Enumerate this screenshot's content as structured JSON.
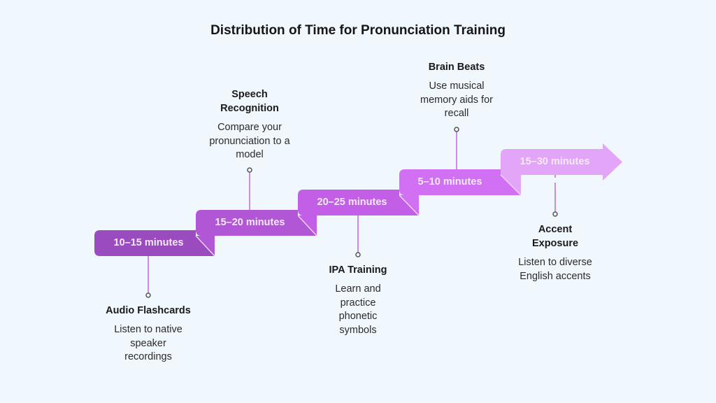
{
  "title": "Distribution of Time for Pronunciation Training",
  "colors": {
    "background": "#f0f7fd",
    "step1": "#9a4cbf",
    "step2": "#b157d6",
    "step3": "#c25fe6",
    "step4": "#d170f2",
    "step5": "#e3a5f7",
    "connector": "#cc8be8",
    "dot": "#555555"
  },
  "steps": [
    {
      "duration": "10–15 minutes",
      "title": "Audio Flashcards",
      "description": "Listen to native speaker recordings",
      "position": "below"
    },
    {
      "duration": "15–20 minutes",
      "title": "Speech Recognition",
      "description": "Compare your pronunciation to a model",
      "position": "above"
    },
    {
      "duration": "20–25 minutes",
      "title": "IPA Training",
      "description": "Learn and practice phonetic symbols",
      "position": "below"
    },
    {
      "duration": "5–10 minutes",
      "title": "Brain Beats",
      "description": "Use musical memory aids for recall",
      "position": "above"
    },
    {
      "duration": "15–30 minutes",
      "title": "Accent Exposure",
      "description": "Listen to diverse English accents",
      "position": "below"
    }
  ]
}
